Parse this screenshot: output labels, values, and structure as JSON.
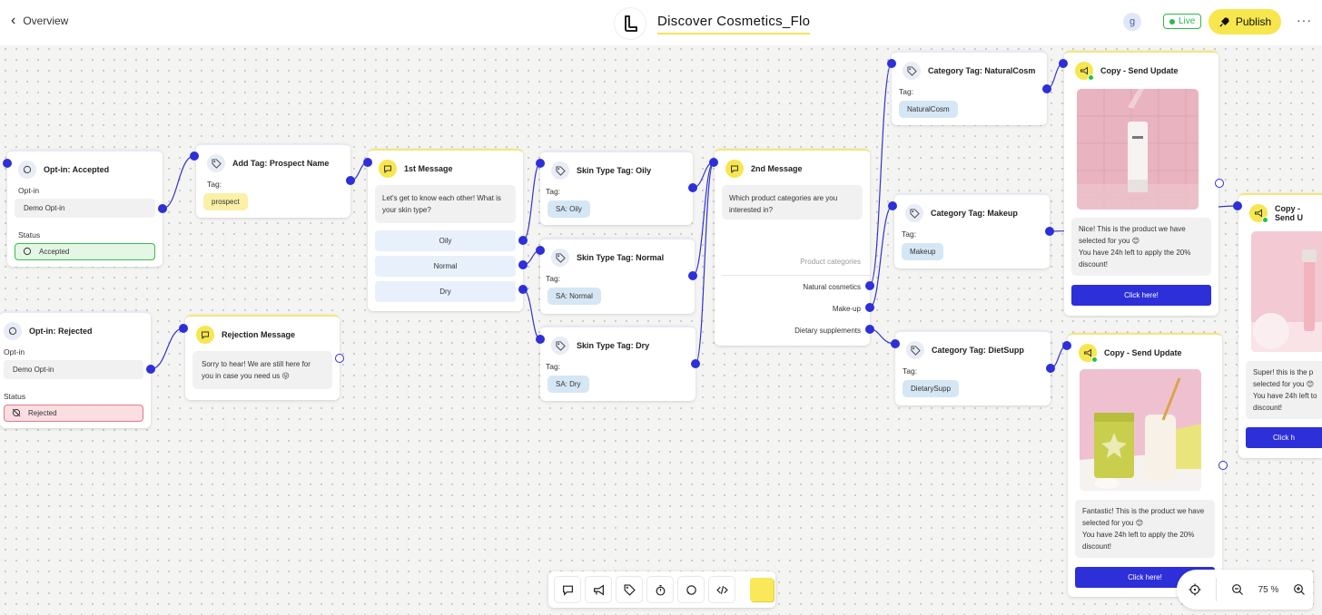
{
  "header": {
    "back_label": "Overview",
    "title": "Discover Cosmetics_Flo",
    "avatar_initial": "g",
    "live_label": "Live",
    "publish_label": "Publish",
    "more_label": "···"
  },
  "nodes": {
    "optin_accepted": {
      "title": "Opt-in: Accepted",
      "optin_label": "Opt-in",
      "optin_value": "Demo Opt-in",
      "status_label": "Status",
      "status_value": "Accepted"
    },
    "optin_rejected": {
      "title": "Opt-in: Rejected",
      "optin_label": "Opt-in",
      "optin_value": "Demo Opt-in",
      "status_label": "Status",
      "status_value": "Rejected"
    },
    "add_tag": {
      "title": "Add Tag: Prospect Name",
      "tag_label": "Tag:",
      "tag_value": "prospect"
    },
    "rejection": {
      "title": "Rejection Message",
      "text": "Sorry to hear! We are still here for you in case you need us 😛"
    },
    "first_message": {
      "title": "1st Message",
      "text": "Let's get to know each other! What is your skin type?",
      "options": [
        "Oily",
        "Normal",
        "Dry"
      ]
    },
    "skin_oily": {
      "title": "Skin Type Tag: Oily",
      "tag_label": "Tag:",
      "tag_value": "SA: Oily"
    },
    "skin_normal": {
      "title": "Skin Type Tag: Normal",
      "tag_label": "Tag:",
      "tag_value": "SA: Normal"
    },
    "skin_dry": {
      "title": "Skin Type Tag: Dry",
      "tag_label": "Tag:",
      "tag_value": "SA: Dry"
    },
    "second_message": {
      "title": "2nd Message",
      "text": "Which product categories are you interested in?",
      "section_label": "Product categories",
      "options": [
        "Natural cosmetics",
        "Make-up",
        "Dietary supplements"
      ]
    },
    "cat_natural": {
      "title": "Category Tag: NaturalCosm",
      "tag_label": "Tag:",
      "tag_value": "NaturalCosm"
    },
    "cat_makeup": {
      "title": "Category Tag: Makeup",
      "tag_label": "Tag:",
      "tag_value": "Makeup"
    },
    "cat_diet": {
      "title": "Category Tag: DietSupp",
      "tag_label": "Tag:",
      "tag_value": "DietarySupp"
    },
    "copy_1": {
      "title": "Copy - Send Update",
      "text_1": "Nice! This is the product we have selected for you 😊",
      "text_2": "You have 24h left to apply the 20% discount!",
      "button": "Click here!"
    },
    "copy_2": {
      "title": "Copy - Send Update",
      "text_1": "Fantastic! This is the product we have selected for you 😊",
      "text_2": "You have 24h left to apply the 20% discount!",
      "button": "Click here!"
    },
    "copy_3": {
      "title": "Copy - Send U",
      "text_1": "Super! this is the p",
      "text_2": "selected for you 😊",
      "text_3": "You have 24h left to",
      "text_4": "discount!",
      "button": "Click h"
    }
  },
  "toolbar": {
    "tools": [
      "message-icon",
      "megaphone-icon",
      "tag-icon",
      "timer-icon",
      "chat-icon",
      "code-icon",
      "sticky-note-icon"
    ]
  },
  "zoom": {
    "value": "75 %"
  },
  "colors": {
    "accent": "#2d2fd9",
    "brand_yellow": "#f7e64e",
    "live_green": "#2eb84b"
  }
}
